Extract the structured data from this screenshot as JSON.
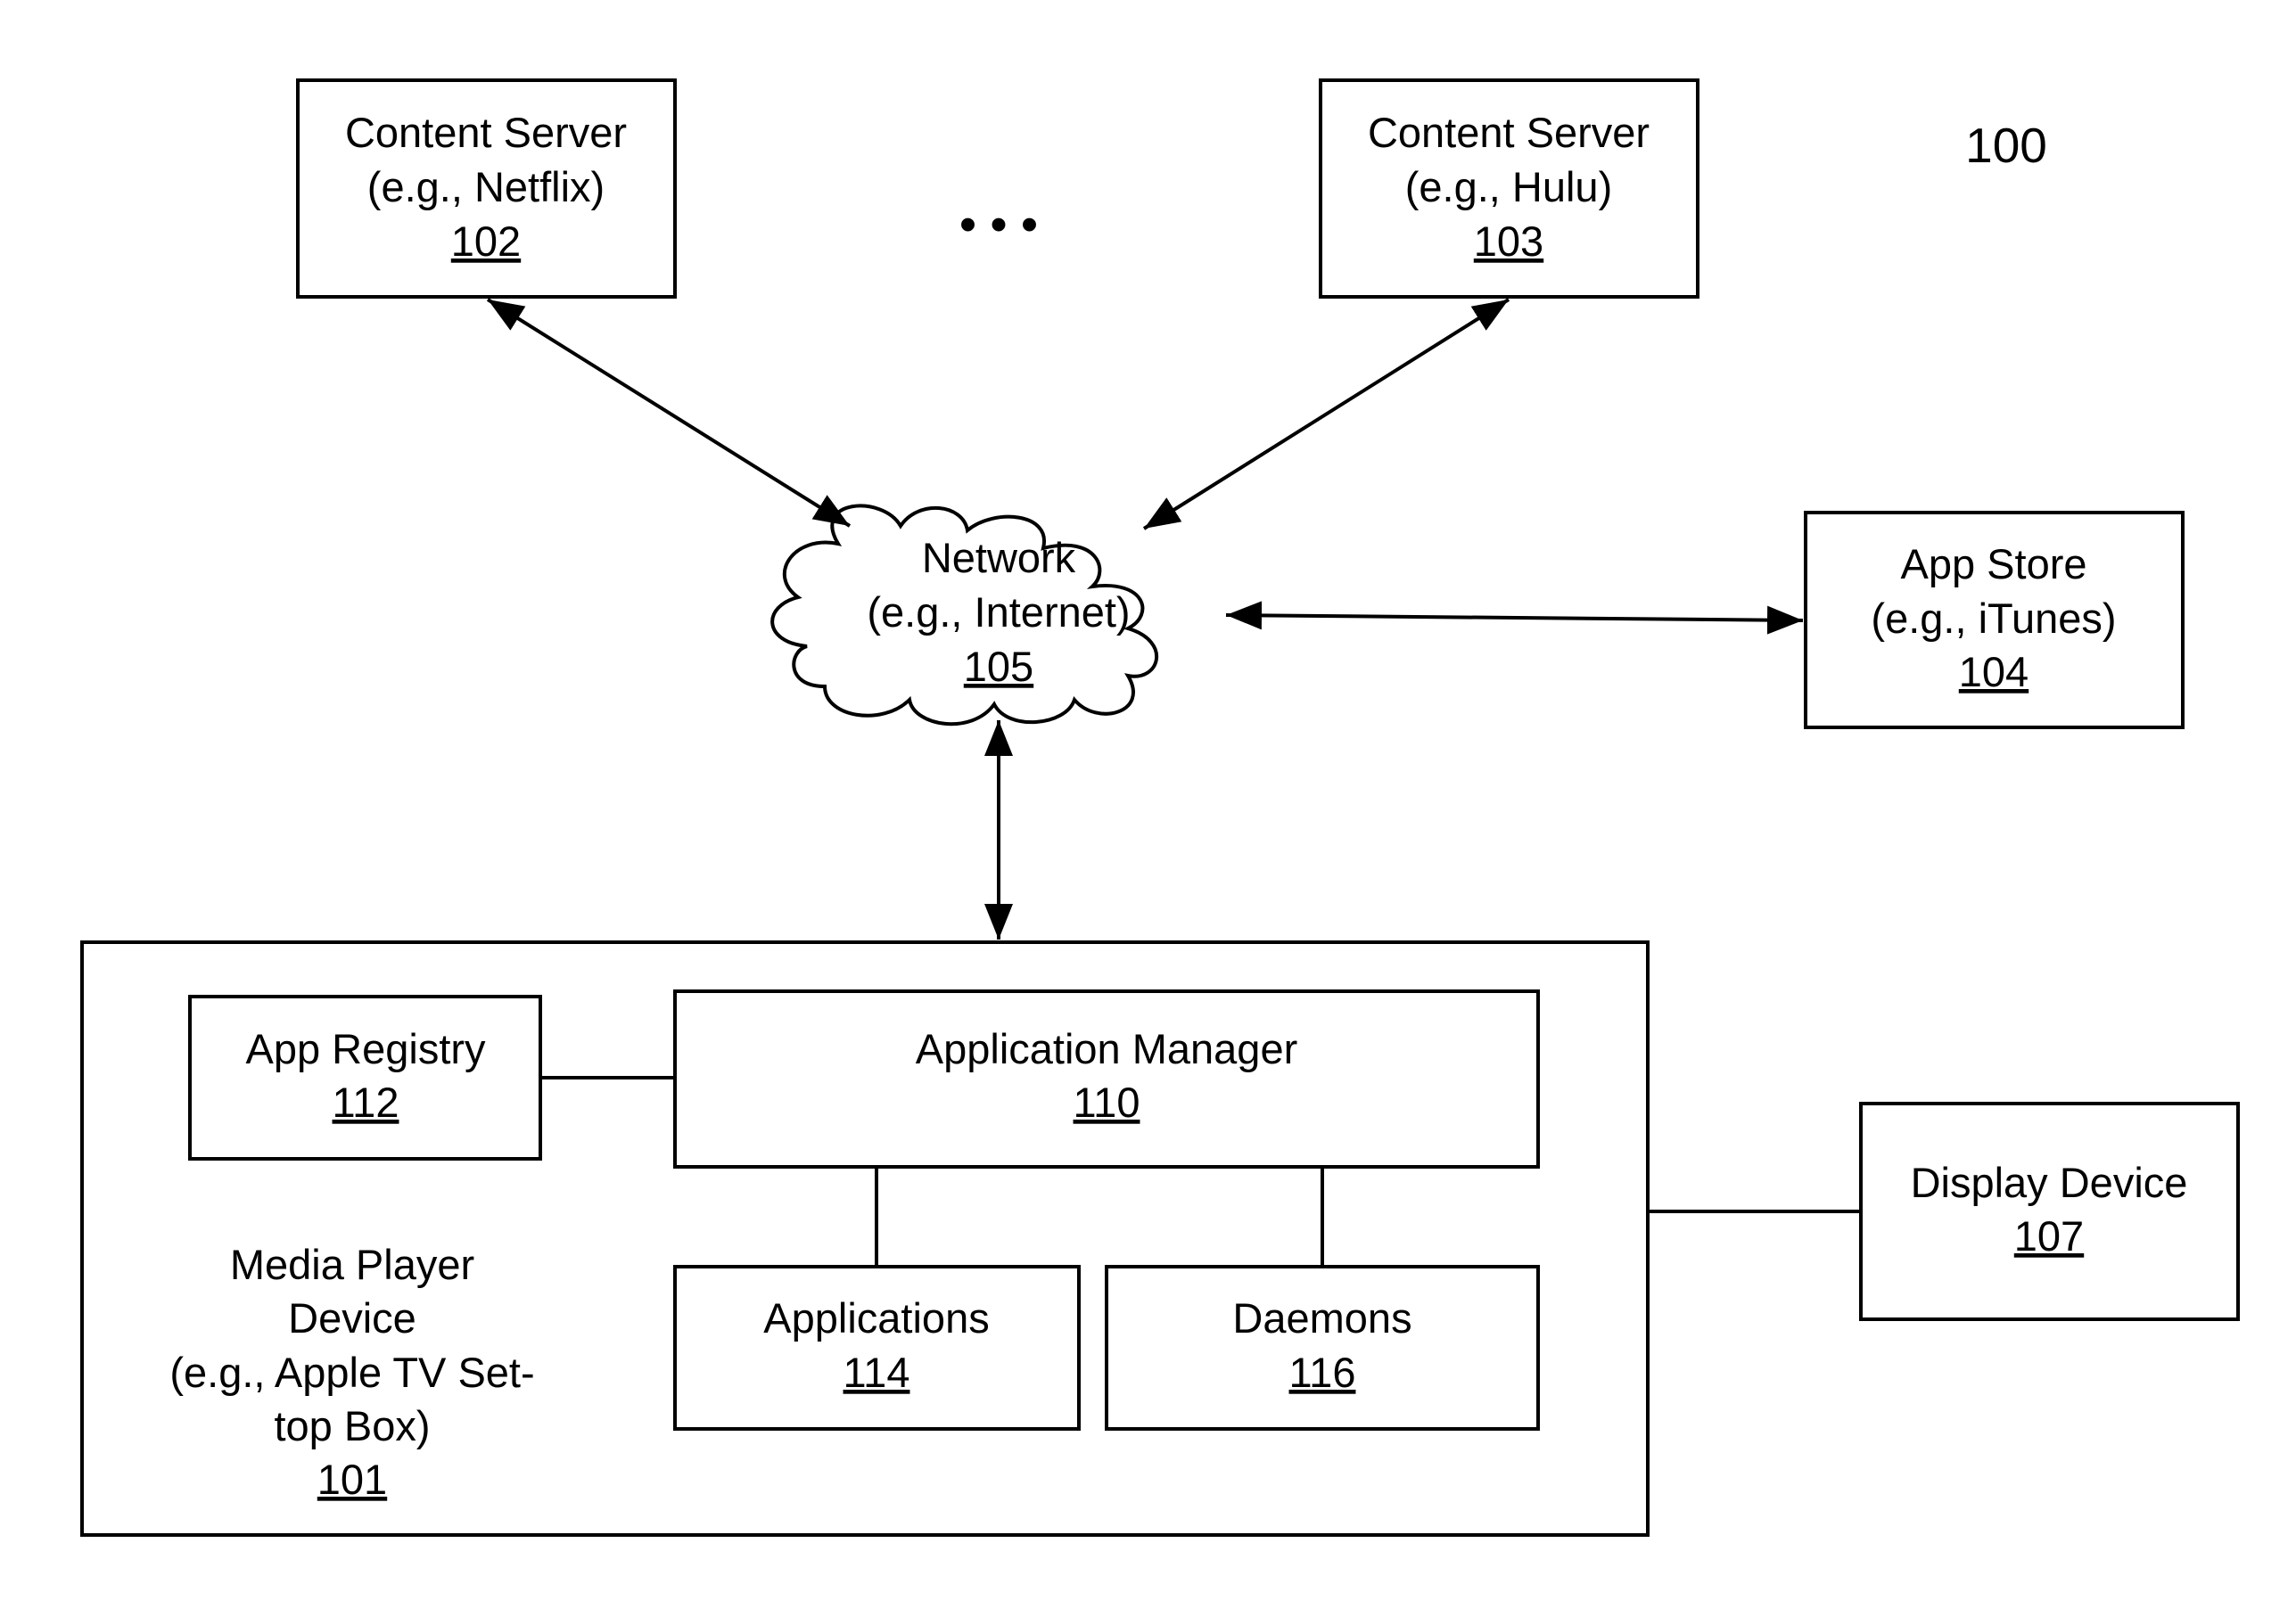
{
  "figure_number": "100",
  "ellipsis": "• • •",
  "nodes": {
    "content_server_1": {
      "lines": [
        "Content Server",
        "(e.g., Netflix)"
      ],
      "ref": "102"
    },
    "content_server_2": {
      "lines": [
        "Content Server",
        "(e.g., Hulu)"
      ],
      "ref": "103"
    },
    "network": {
      "lines": [
        "Network",
        "(e.g., Internet)"
      ],
      "ref": "105"
    },
    "app_store": {
      "lines": [
        "App Store",
        "(e.g., iTunes)"
      ],
      "ref": "104"
    },
    "media_player": {
      "lines": [
        "Media Player",
        "Device",
        "(e.g., Apple TV Set-",
        "top Box)"
      ],
      "ref": "101"
    },
    "app_registry": {
      "lines": [
        "App Registry"
      ],
      "ref": "112"
    },
    "application_manager": {
      "lines": [
        "Application Manager"
      ],
      "ref": "110"
    },
    "applications": {
      "lines": [
        "Applications"
      ],
      "ref": "114"
    },
    "daemons": {
      "lines": [
        "Daemons"
      ],
      "ref": "116"
    },
    "display_device": {
      "lines": [
        "Display Device"
      ],
      "ref": "107"
    }
  },
  "edges": [
    {
      "from": "content_server_1",
      "to": "network",
      "type": "bidirectional-arrow"
    },
    {
      "from": "content_server_2",
      "to": "network",
      "type": "bidirectional-arrow"
    },
    {
      "from": "network",
      "to": "app_store",
      "type": "bidirectional-arrow"
    },
    {
      "from": "network",
      "to": "media_player",
      "type": "bidirectional-arrow"
    },
    {
      "from": "app_registry",
      "to": "application_manager",
      "type": "line"
    },
    {
      "from": "application_manager",
      "to": "applications",
      "type": "line"
    },
    {
      "from": "application_manager",
      "to": "daemons",
      "type": "line"
    },
    {
      "from": "media_player",
      "to": "display_device",
      "type": "line"
    }
  ]
}
